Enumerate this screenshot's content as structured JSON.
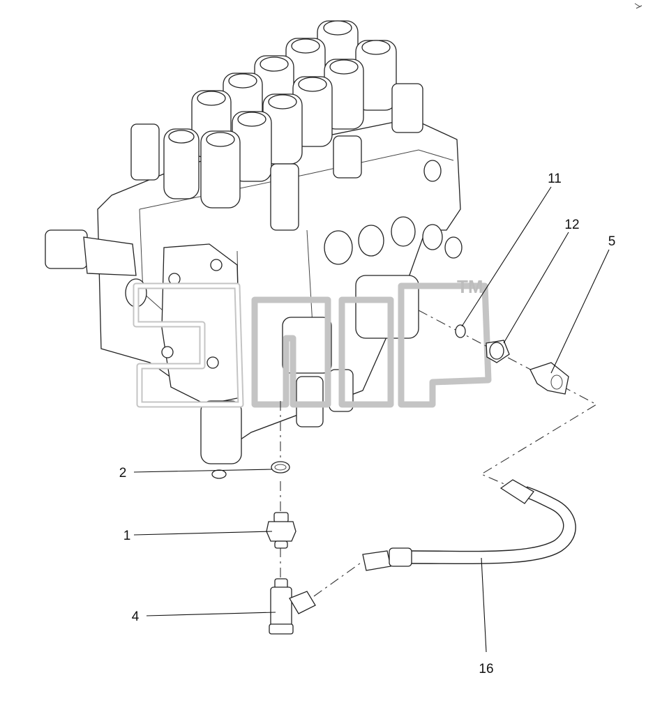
{
  "watermark": {
    "trademark": "TM"
  },
  "callouts": [
    {
      "id": "callout-11",
      "label": "11"
    },
    {
      "id": "callout-12",
      "label": "12"
    },
    {
      "id": "callout-5",
      "label": "5"
    },
    {
      "id": "callout-2",
      "label": "2"
    },
    {
      "id": "callout-1",
      "label": "1"
    },
    {
      "id": "callout-4",
      "label": "4"
    },
    {
      "id": "callout-16",
      "label": "16"
    }
  ],
  "colors": {
    "line": "#222222",
    "watermark": "#c4c4c4",
    "background": "#ffffff"
  }
}
